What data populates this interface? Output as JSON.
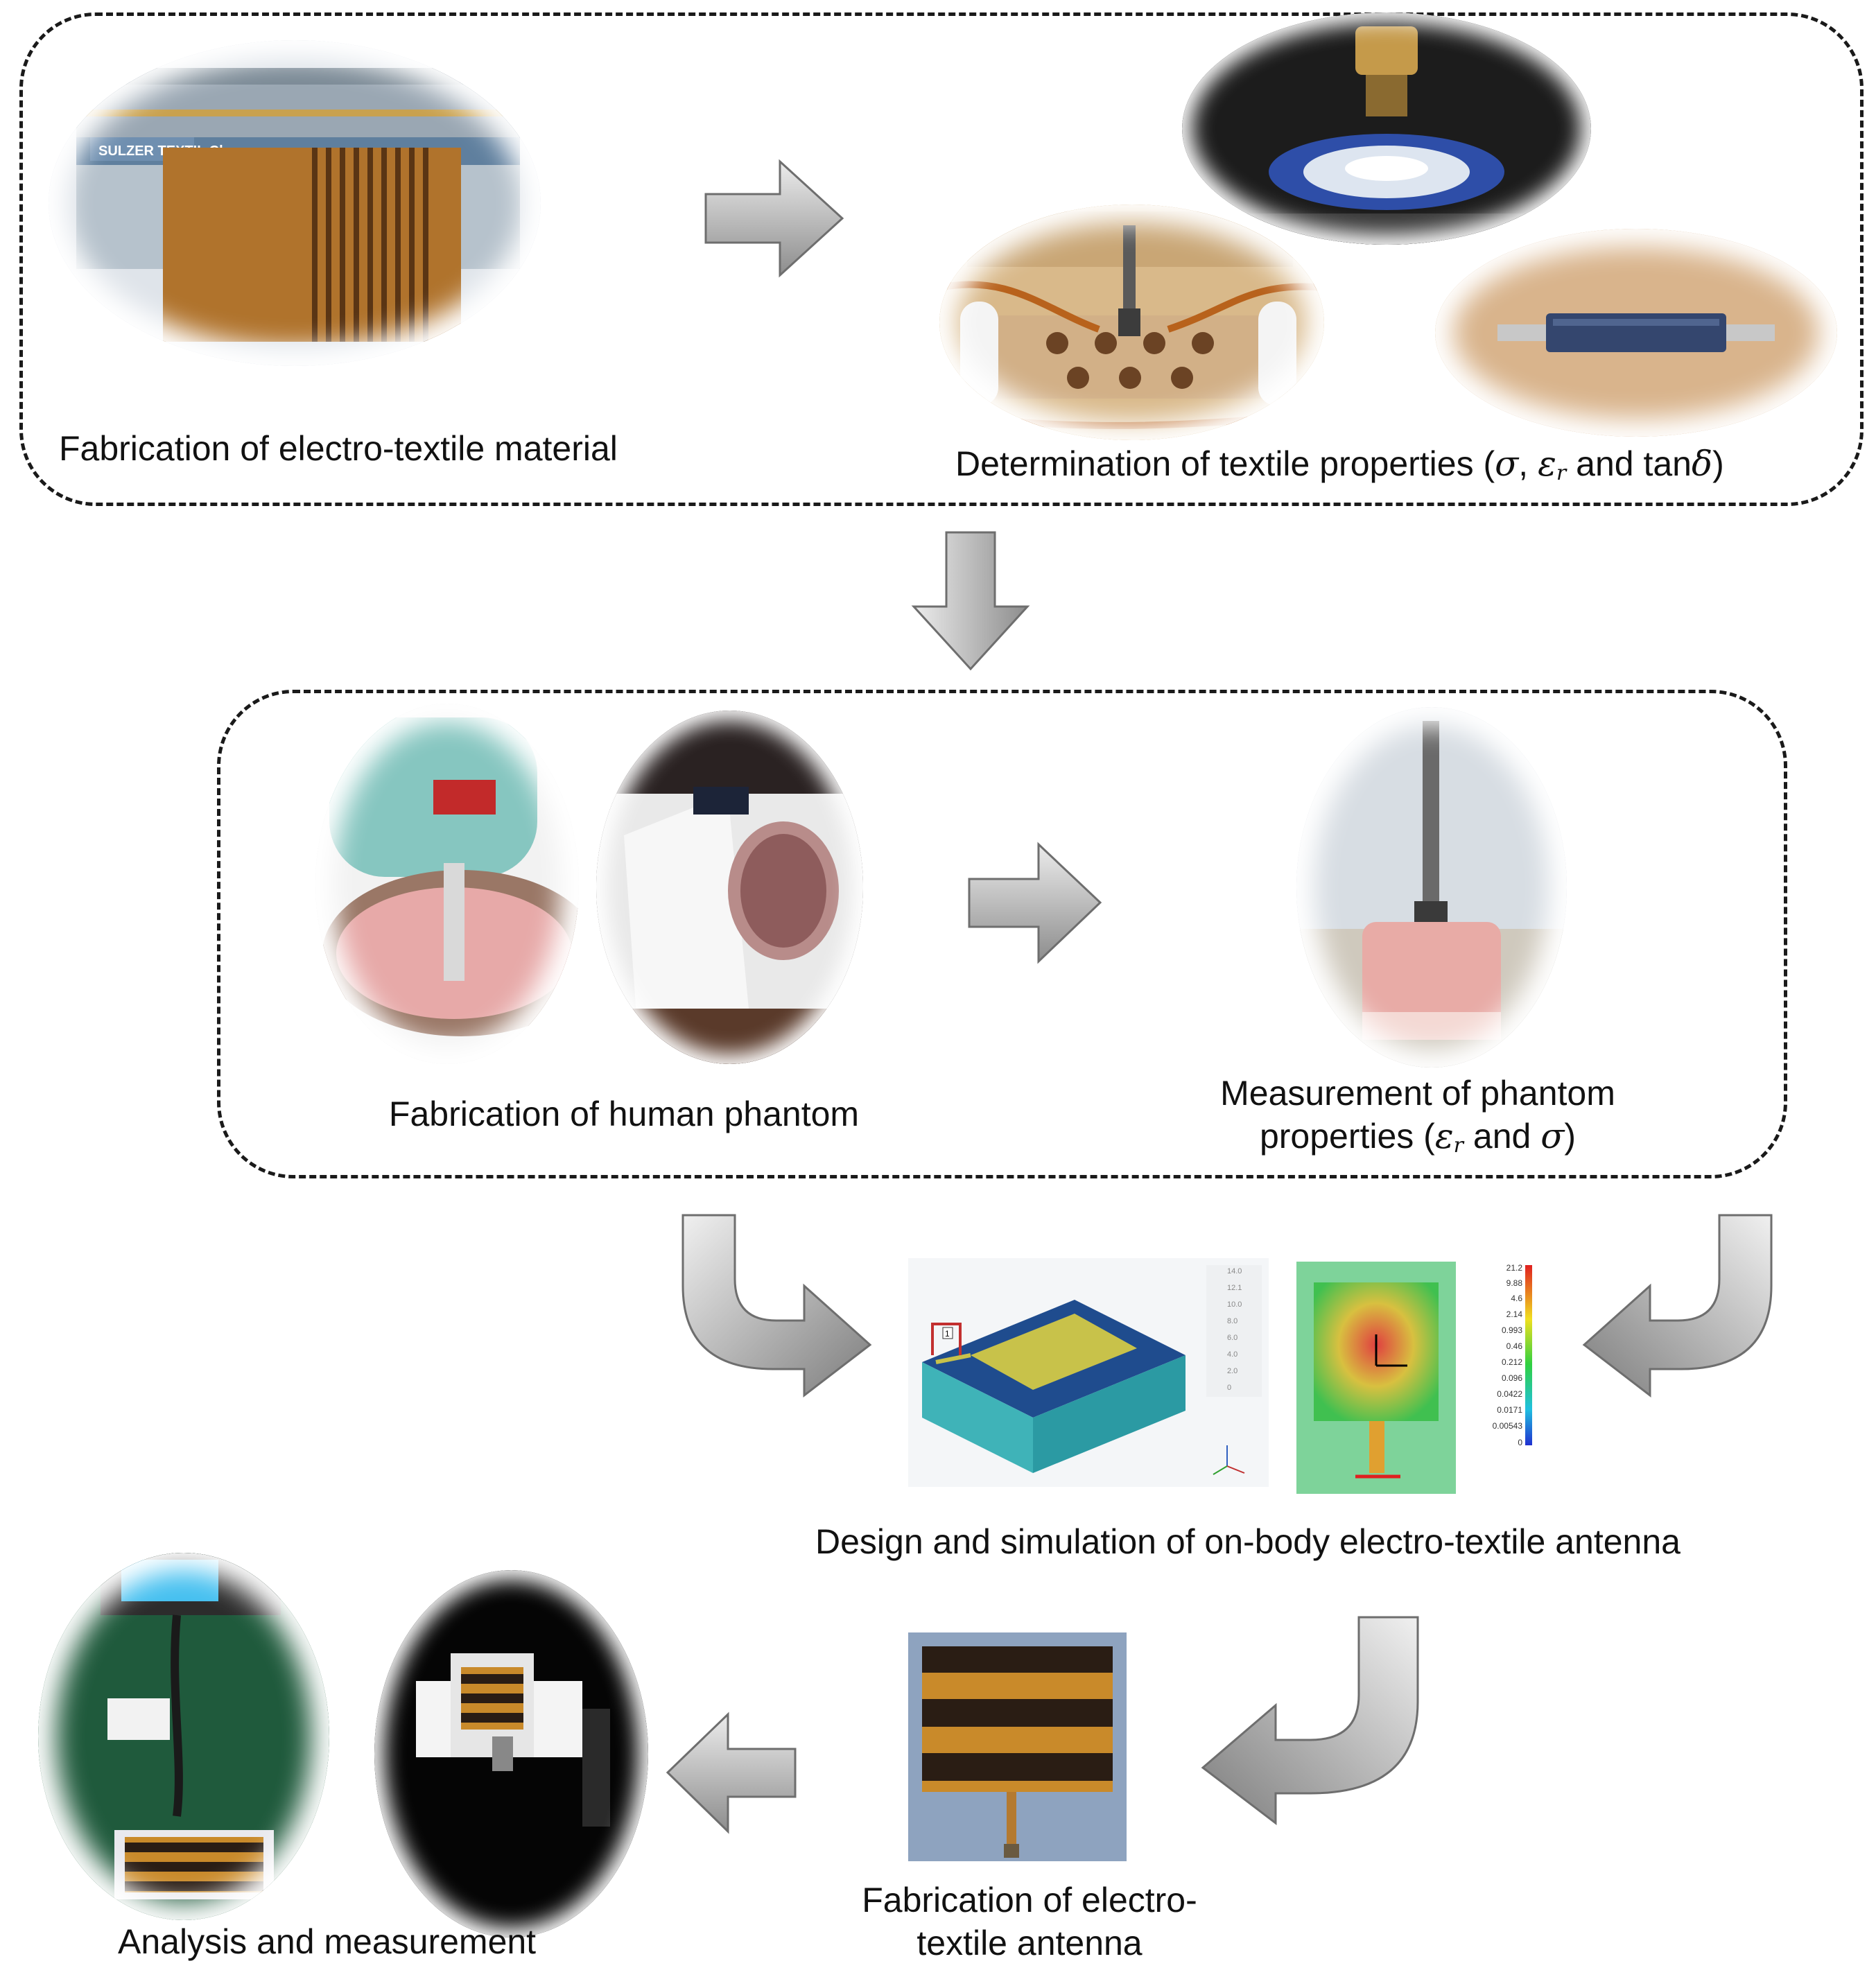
{
  "diagram": {
    "top_group": {
      "fabrication_label": "Fabrication of electro-textile material",
      "determination_label_prefix": "Determination of textile properties (",
      "sym_sigma": "σ",
      "sym_eps": "ε",
      "sym_r": "r",
      "determination_and": "and tan",
      "sym_delta": "δ",
      "close_paren": ")",
      "comma": ","
    },
    "middle_group": {
      "phantom_label": "Fabrication of human phantom",
      "measurement_label_line1": "Measurement of phantom",
      "measurement_label_line2_prefix": "properties (",
      "measurement_and": "and"
    },
    "design_label": "Design and simulation of on-body electro-textile antenna",
    "antenna_label_line1": "Fabrication of electro-",
    "antenna_label_line2": "textile antenna",
    "analysis_label": "Analysis and measurement",
    "loom_brand": "SULZER TEXTIL Cloao",
    "colorbar_ticks": [
      "21.2",
      "9.88",
      "4.6",
      "2.14",
      "0.993",
      "0.46",
      "0.212",
      "0.096",
      "0.0422",
      "0.0171",
      "0.00543",
      "0"
    ],
    "s11_ticks": [
      "14.0",
      "12.1",
      "10.0",
      "8.0",
      "6.0",
      "4.0",
      "2.0",
      "0"
    ],
    "port_label": "1",
    "colors": {
      "arrow_light": "#e6e6e6",
      "arrow_dark": "#8a8a8a",
      "textile_orange": "#c98a2a",
      "textile_black": "#2a1d14",
      "phantom_pink": "#e7a9a8"
    }
  }
}
